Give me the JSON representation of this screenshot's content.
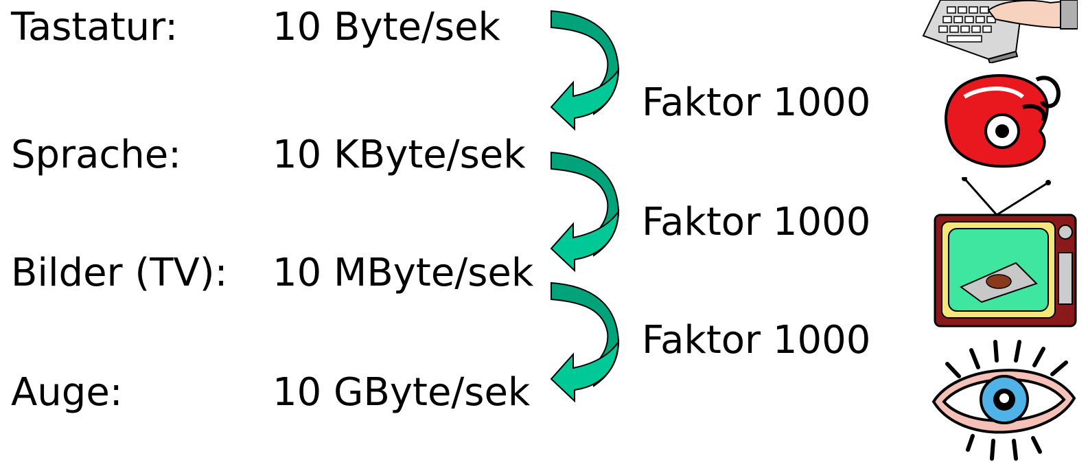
{
  "rows": [
    {
      "label": "Tastatur:",
      "rate": "10 Byte/sek",
      "icon": "keyboard-icon"
    },
    {
      "label": "Sprache:",
      "rate": "10 KByte/sek",
      "icon": "telephone-icon"
    },
    {
      "label": "Bilder (TV):",
      "rate": "10 MByte/sek",
      "icon": "television-icon"
    },
    {
      "label": "Auge:",
      "rate": "10 GByte/sek",
      "icon": "eye-icon"
    }
  ],
  "factors": [
    "Faktor 1000",
    "Faktor 1000",
    "Faktor 1000"
  ],
  "colors": {
    "arrow_front": "#00c896",
    "arrow_back": "#00a37a",
    "phone": "#e8181e",
    "tv_frame": "#8a1a1a",
    "tv_screen": "#3ee6a0",
    "eye_iris": "#4fb3e8",
    "eye_lid": "#f4c0b8"
  }
}
